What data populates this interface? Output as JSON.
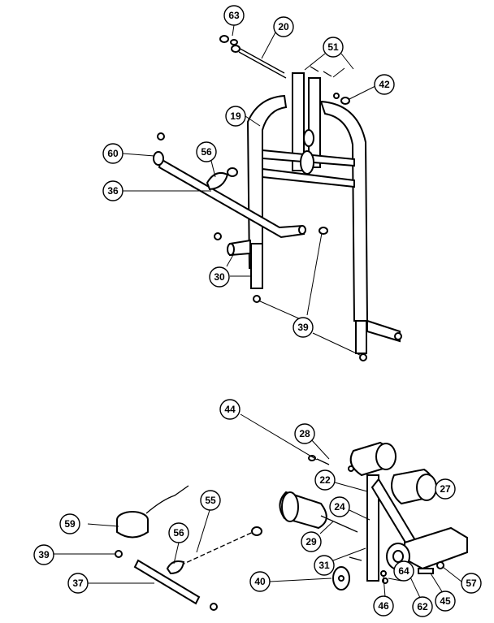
{
  "callouts": {
    "c63": "63",
    "c20": "20",
    "c51": "51",
    "c42": "42",
    "c19": "19",
    "c60": "60",
    "c56a": "56",
    "c36": "36",
    "c30": "30",
    "c39a": "39",
    "c44": "44",
    "c28": "28",
    "c22": "22",
    "c27": "27",
    "c55": "55",
    "c24": "24",
    "c59": "59",
    "c56b": "56",
    "c29": "29",
    "c39b": "39",
    "c31": "31",
    "c64": "64",
    "c57": "57",
    "c40": "40",
    "c37": "37",
    "c46": "46",
    "c62": "62",
    "c45": "45"
  }
}
